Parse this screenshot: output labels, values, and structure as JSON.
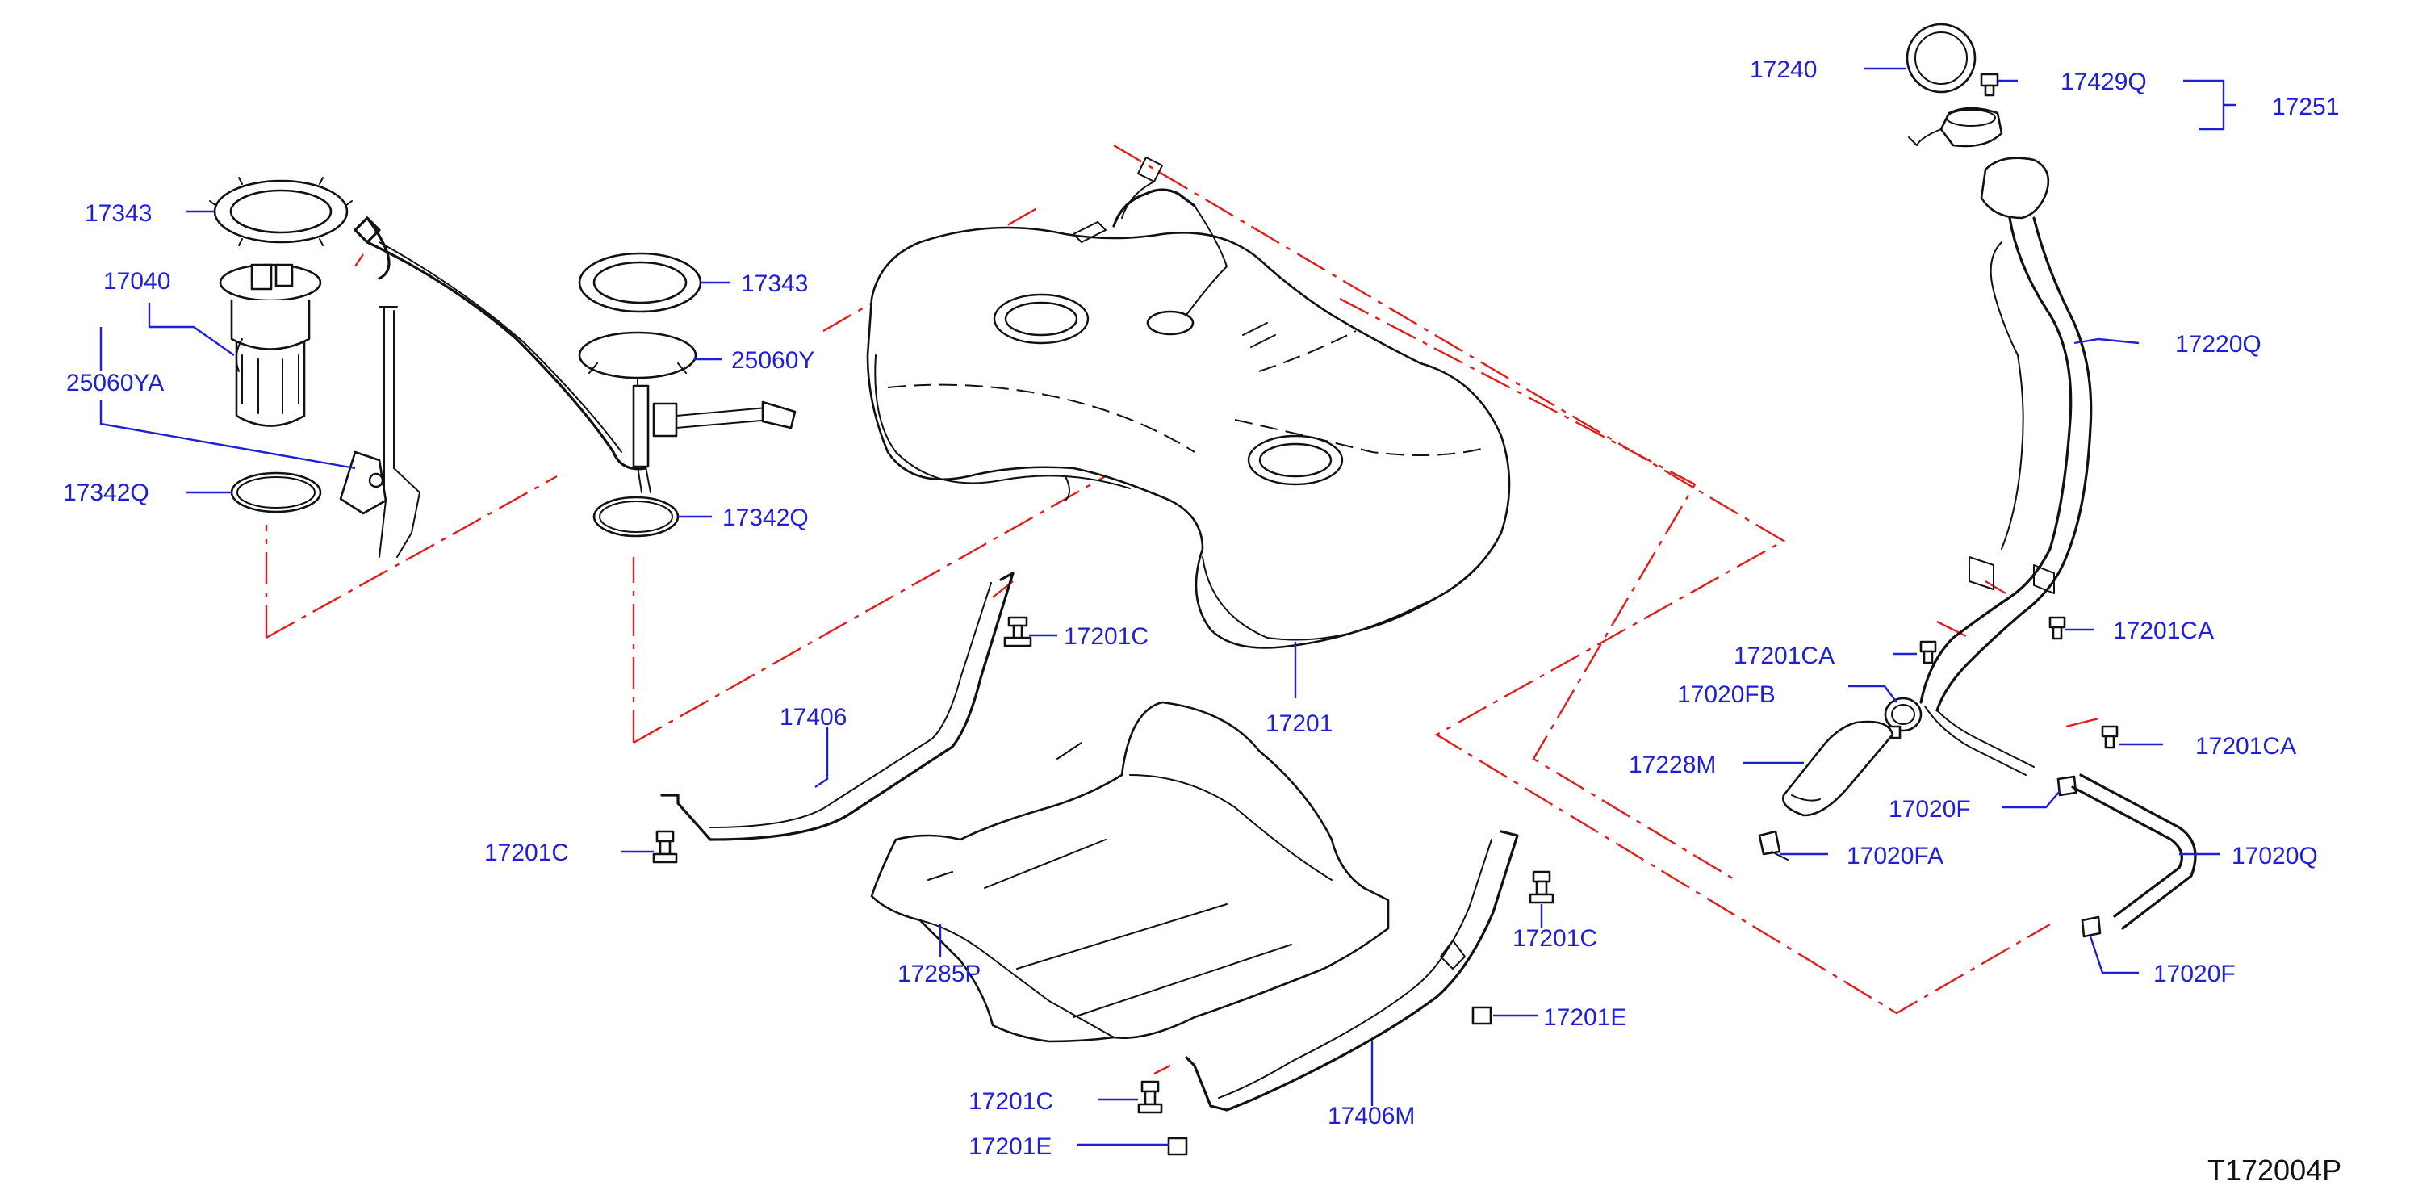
{
  "diagram_ref": "T172004P",
  "colors": {
    "label": "#1f1fd6",
    "phantom_line": "#e01d1d",
    "outline": "#111111",
    "background": "#ffffff"
  },
  "labels": {
    "p17343_left": "17343",
    "p17040": "17040",
    "p25060ya": "25060YA",
    "p17342q_left": "17342Q",
    "p17343_right": "17343",
    "p25060y": "25060Y",
    "p17342q_right": "17342Q",
    "p17201c_a": "17201C",
    "p17406": "17406",
    "p17201c_b": "17201C",
    "p17201": "17201",
    "p17285p": "17285P",
    "p17201c_c": "17201C",
    "p17201e_a": "17201E",
    "p17201c_d": "17201C",
    "p17406m": "17406M",
    "p17201e_b": "17201E",
    "p17240": "17240",
    "p17429q": "17429Q",
    "p17251": "17251",
    "p17220q": "17220Q",
    "p17201ca_a": "17201CA",
    "p17201ca_b": "17201CA",
    "p17020fb": "17020FB",
    "p17228m": "17228M",
    "p17201ca_c": "17201CA",
    "p17020f_a": "17020F",
    "p17020fa": "17020FA",
    "p17020q": "17020Q",
    "p17020f_b": "17020F"
  }
}
